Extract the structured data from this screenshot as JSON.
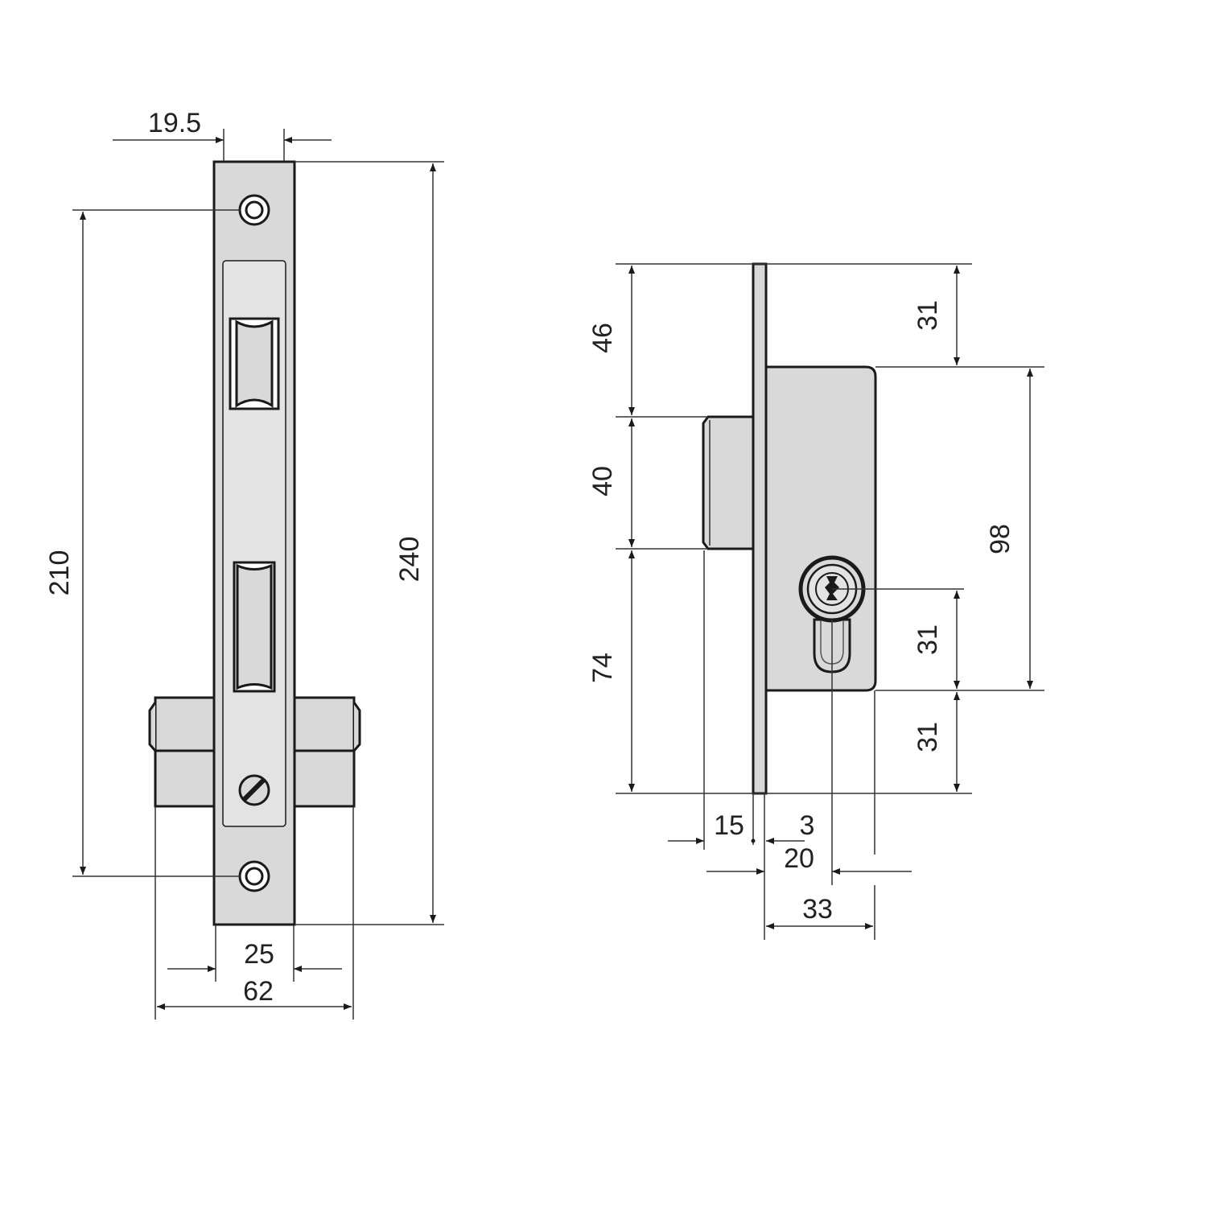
{
  "colors": {
    "line": "#1a1a1a",
    "metal": "#d9d9d9",
    "metal_light": "#e3e3e3",
    "background": "#ffffff",
    "dimension": "#333333"
  },
  "icons": {
    "screw_hole": "screw-hole-icon",
    "slotted_screw": "slotted-screw-icon",
    "keyhole": "euro-cylinder-keyhole-icon",
    "arrow": "dimension-arrow-icon"
  },
  "front_view": {
    "faceplate_width": "19.5",
    "screw_spacing": "210",
    "total_height": "240",
    "body_width": "25",
    "overall_width": "62"
  },
  "side_view": {
    "top_offset": "46",
    "bolt_height": "40",
    "bottom_offset": "74",
    "case_top_gap": "31",
    "case_height": "98",
    "cylinder_offset": "31",
    "case_bottom_gap": "31",
    "bolt_projection": "15",
    "plate_thickness": "3",
    "backset": "20",
    "case_depth": "33"
  }
}
